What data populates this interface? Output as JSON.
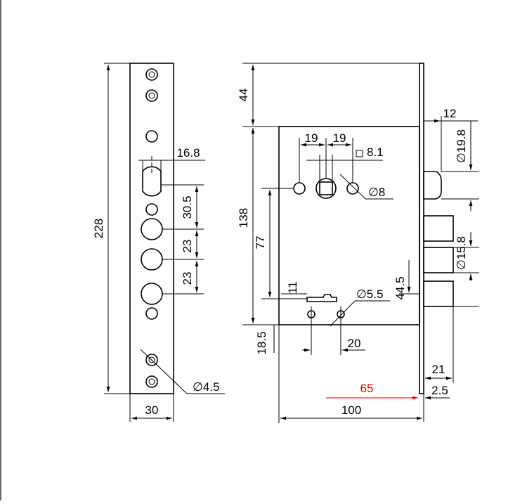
{
  "colors": {
    "line": "#000000",
    "highlight": "#e00000",
    "background": "#ffffff",
    "border": "#6a6a6a"
  },
  "faceplate": {
    "height": "228",
    "width": "30",
    "latch_hole_dim": "16.8",
    "spacing_1": "30.5",
    "spacing_2": "23",
    "spacing_3": "23",
    "screw_hole": "∅4.5"
  },
  "lockbody": {
    "top_offset": "44",
    "body_height": "138",
    "spindle_height": "77",
    "bottom_offset": "18.5",
    "spindle_spacing_left": "19",
    "spindle_spacing_right": "19",
    "square_spindle": "8.1",
    "spindle_hole": "∅8",
    "cylinder_hole": "∅5.5",
    "cylinder_offset": "11",
    "cylinder_spacing": "20",
    "plate_thickness": "12",
    "latch_diameter": "∅19.8",
    "bolt_diameter": "∅15.8",
    "bolt_height": "44.5",
    "bolt_throw": "21",
    "backset_highlight": "65",
    "plate_offset": "2.5",
    "body_width": "100"
  }
}
